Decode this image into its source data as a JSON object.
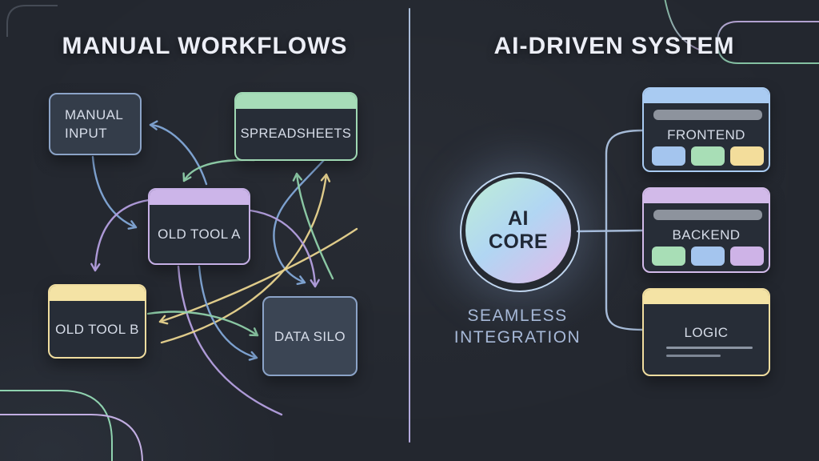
{
  "left_panel": {
    "title": "MANUAL WORKFLOWS",
    "nodes": {
      "manual_input": "MANUAL INPUT",
      "spreadsheets": "SPREADSHEETS",
      "old_tool_a": "OLD TOOL A",
      "old_tool_b": "OLD TOOL B",
      "data_silo": "DATA SILO"
    },
    "edges": [
      {
        "from": "spreadsheets",
        "to": "manual_input",
        "color": "blue"
      },
      {
        "from": "spreadsheets",
        "to": "old_tool_a",
        "color": "green"
      },
      {
        "from": "manual_input",
        "to": "old_tool_a",
        "color": "blue"
      },
      {
        "from": "old_tool_a",
        "to": "old_tool_b",
        "color": "purple"
      },
      {
        "from": "old_tool_a",
        "to": "spreadsheets",
        "color": "green"
      },
      {
        "from": "old_tool_b",
        "to": "spreadsheets",
        "color": "yellow"
      },
      {
        "from": "old_tool_a",
        "to": "data_silo",
        "color": "purple"
      },
      {
        "from": "old_tool_a",
        "to": "old_tool_b",
        "color": "yellow"
      },
      {
        "from": "old_tool_b",
        "to": "data_silo",
        "color": "green"
      },
      {
        "from": "old_tool_a",
        "to": "data_silo",
        "color": "blue"
      },
      {
        "from": "spreadsheets",
        "to": "data_silo",
        "color": "blue"
      }
    ]
  },
  "right_panel": {
    "title": "AI-DRIVEN SYSTEM",
    "core": {
      "line1": "AI",
      "line2": "CORE"
    },
    "caption": {
      "line1": "SEAMLESS",
      "line2": "INTEGRATION"
    },
    "cards": [
      {
        "label": "FRONTEND",
        "header": "blue",
        "chips": [
          "blue",
          "green",
          "yellow"
        ]
      },
      {
        "label": "BACKEND",
        "header": "purple",
        "chips": [
          "green",
          "blue",
          "purple"
        ]
      },
      {
        "label": "LOGIC",
        "header": "yellow",
        "chips": []
      }
    ]
  },
  "colors": {
    "bg": "#23272f",
    "title": "#eceef6",
    "box_text": "#d6dce8",
    "divider_top": "#a9bcd9",
    "divider_bottom": "#b3a9dd",
    "arrow_blue": "#82a8d8",
    "arrow_green": "#90d0aa",
    "arrow_purple": "#b5a0e0",
    "arrow_yellow": "#e9d48f",
    "border_slate": "#8ba3c7",
    "border_green": "#9fd8b3",
    "border_purple": "#c5afe5",
    "border_yellow": "#f0dd9f",
    "header_green": "#a7dcb8",
    "header_purple": "#ccb5e9",
    "header_yellow": "#f4e3a5",
    "header_blue": "#a9cbf2",
    "header_backend": "#d2bae9",
    "chip_blue": "#a4c5ee",
    "chip_green": "#a8deb6",
    "chip_yellow": "#f3dd9b",
    "chip_purple": "#ceb3e7",
    "gray_bar": "#8d939d",
    "body_dark": "#272d37",
    "body_slate": "#343d4a",
    "body_silo": "#3b4554",
    "connector": "#a6bbd8",
    "core_grad_1": "#bdecd9",
    "core_grad_2": "#b1d6f3",
    "core_grad_3": "#ddbcea",
    "core_text": "#202836",
    "caption": "#a7b9d8",
    "ring": "#bfd5ef",
    "logic_line": "#8b94a2",
    "logic_line2": "#7d8694",
    "deco_green": "#8fd2af",
    "deco_purple": "#c2aee2",
    "deco_gray": "rgba(148,158,174,0.3)"
  }
}
